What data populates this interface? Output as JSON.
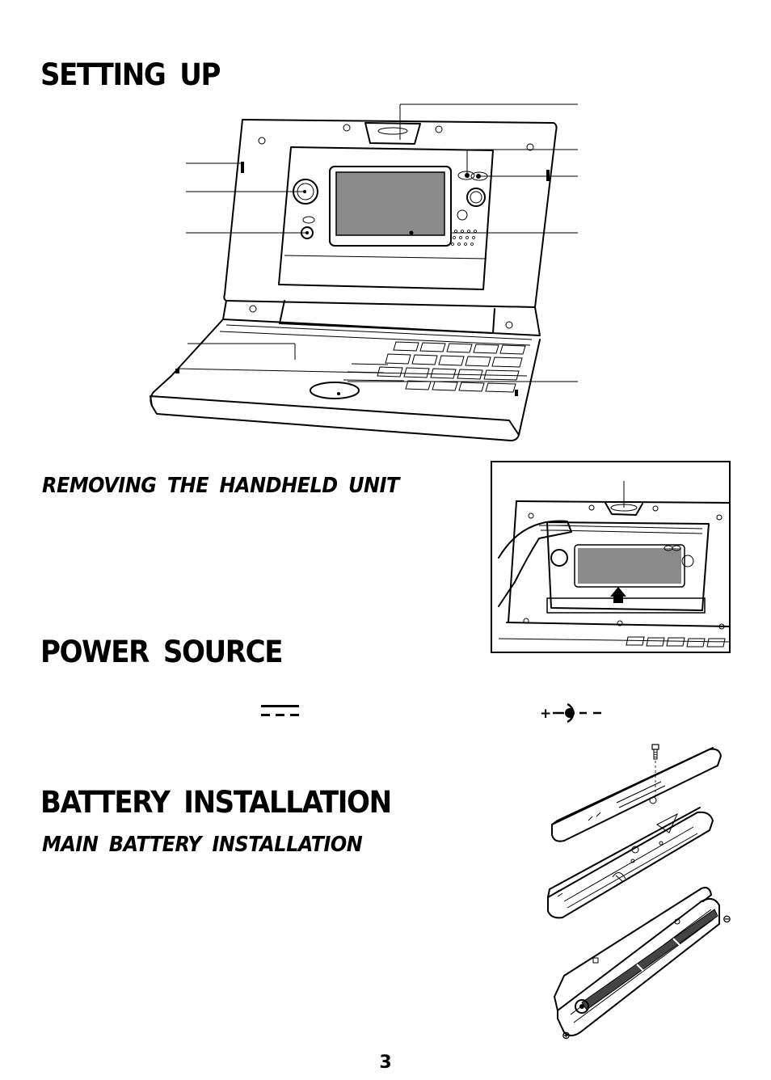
{
  "headings": {
    "setting_up": "SETTING  UP",
    "removing_handheld": "REMOVING  THE  HANDHELD  UNIT",
    "power_source": "POWER  SOURCE",
    "battery_installation": "BATTERY  INSTALLATION",
    "main_battery_installation": "MAIN  BATTERY  INSTALLATION"
  },
  "page_number": "3",
  "symbols": {
    "dc_symbol": "dc-current-icon",
    "polarity_symbol": "center-positive-polarity-icon",
    "polarity_plus": "+",
    "battery_minus": "⊖",
    "battery_plus": "⊕"
  }
}
